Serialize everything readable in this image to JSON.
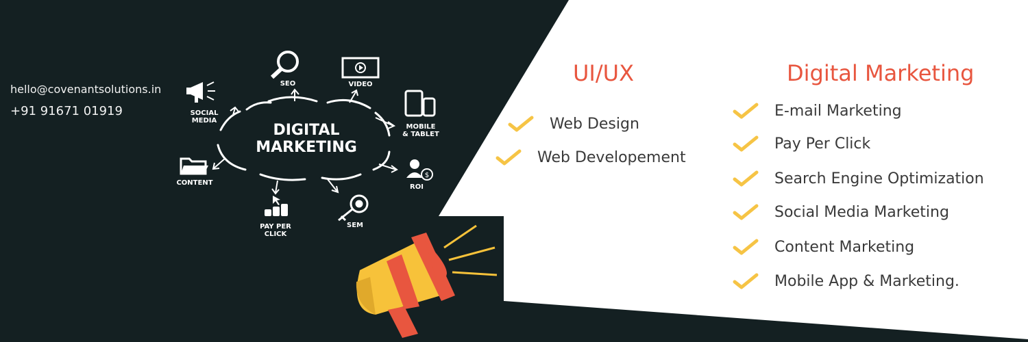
{
  "contact": {
    "email": "hello@covenantsolutions.in",
    "phone": "+91 91671 01919"
  },
  "hub": {
    "title_line1": "DIGITAL",
    "title_line2": "MARKETING",
    "nodes": [
      {
        "label": "SEO",
        "icon": "search-icon"
      },
      {
        "label": "VIDEO",
        "icon": "video-icon"
      },
      {
        "label": "MOBILE\n& TABLET",
        "icon": "mobile-tablet-icon"
      },
      {
        "label": "ROI",
        "icon": "roi-icon"
      },
      {
        "label": "SEM",
        "icon": "target-key-icon"
      },
      {
        "label": "PAY PER\nCLICK",
        "icon": "coins-cursor-icon"
      },
      {
        "label": "CONTENT",
        "icon": "folder-icon"
      },
      {
        "label": "SOCIAL\nMEDIA",
        "icon": "megaphone-icon"
      }
    ]
  },
  "uiux": {
    "title": "UI/UX",
    "items": [
      "Web Design",
      "Web Developement"
    ]
  },
  "digital_marketing": {
    "title": "Digital Marketing",
    "items": [
      "E-mail Marketing",
      "Pay Per Click",
      "Search Engine Optimization",
      "Social Media Marketing",
      "Content Marketing",
      "Mobile App & Marketing."
    ]
  },
  "colors": {
    "background": "#142022",
    "panel": "#ffffff",
    "accent_red": "#e8563f",
    "check_yellow": "#f6c445",
    "megaphone_yellow": "#f7c23a",
    "megaphone_red": "#e8563f"
  }
}
